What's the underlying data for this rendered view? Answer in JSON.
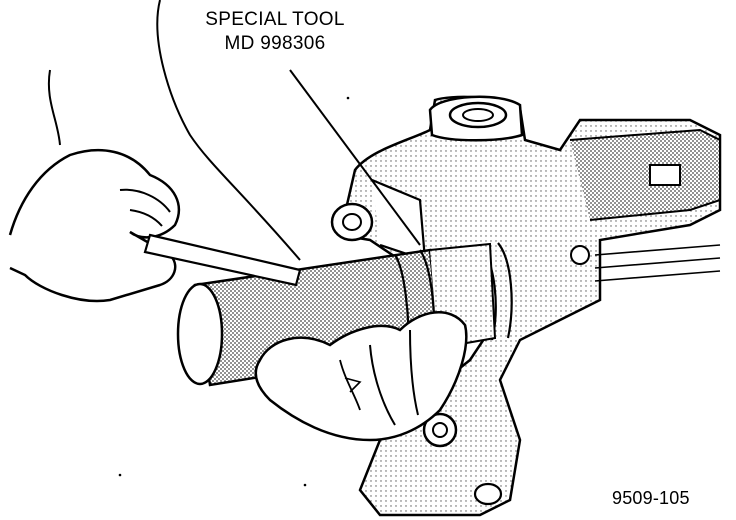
{
  "callout": {
    "line1": "SPECIAL TOOL",
    "line2": "MD 998306"
  },
  "figure_number": "9509-105",
  "colors": {
    "ink": "#000000",
    "paper": "#ffffff",
    "screen": "#9a9a9a"
  }
}
